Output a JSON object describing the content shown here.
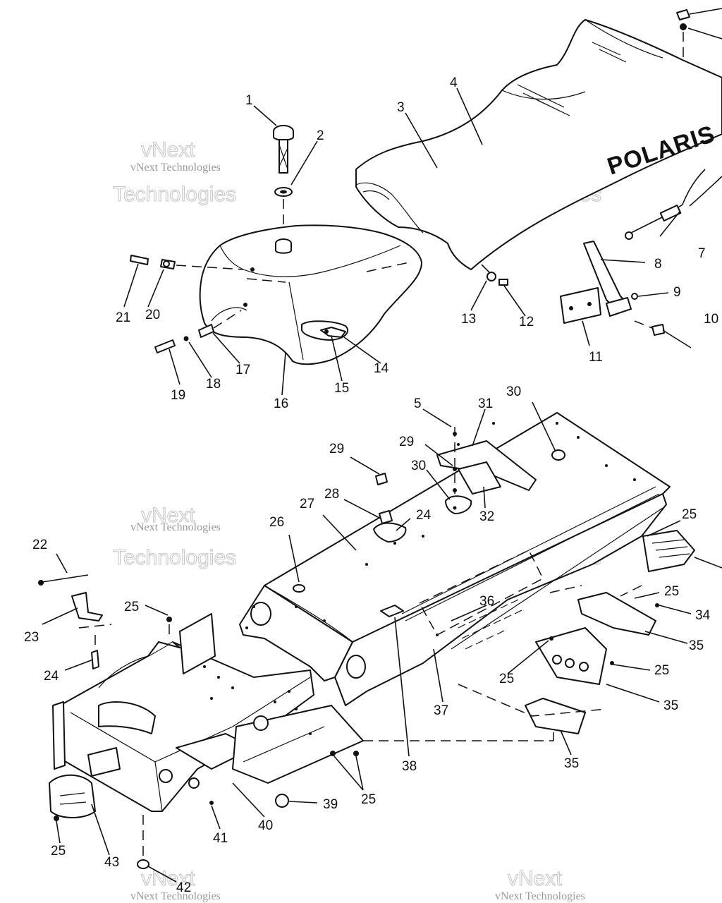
{
  "brand_text": "POLARIS",
  "watermark": {
    "line1": "vNext",
    "line2": "vNext Technologies",
    "line3": "Technologies"
  },
  "callouts": {
    "c1": "1",
    "c2": "2",
    "c3": "3",
    "c4": "4",
    "c5": "5",
    "c7": "7",
    "c8": "8",
    "c9": "9",
    "c10": "10",
    "c11": "11",
    "c12": "12",
    "c13": "13",
    "c14": "14",
    "c15": "15",
    "c16": "16",
    "c17": "17",
    "c18": "18",
    "c19": "19",
    "c20": "20",
    "c21": "21",
    "c22": "22",
    "c23": "23",
    "c24a": "24",
    "c24b": "24",
    "c25a": "25",
    "c25b": "25",
    "c25c": "25",
    "c25d": "25",
    "c25e": "25",
    "c25f": "25",
    "c25g": "25",
    "c26": "26",
    "c27": "27",
    "c28": "28",
    "c29a": "29",
    "c29b": "29",
    "c30a": "30",
    "c30b": "30",
    "c31": "31",
    "c32": "32",
    "c34": "34",
    "c35a": "35",
    "c35b": "35",
    "c35c": "35",
    "c36": "36",
    "c37": "37",
    "c38": "38",
    "c39": "39",
    "c40": "40",
    "c41": "41",
    "c42": "42",
    "c43": "43"
  }
}
